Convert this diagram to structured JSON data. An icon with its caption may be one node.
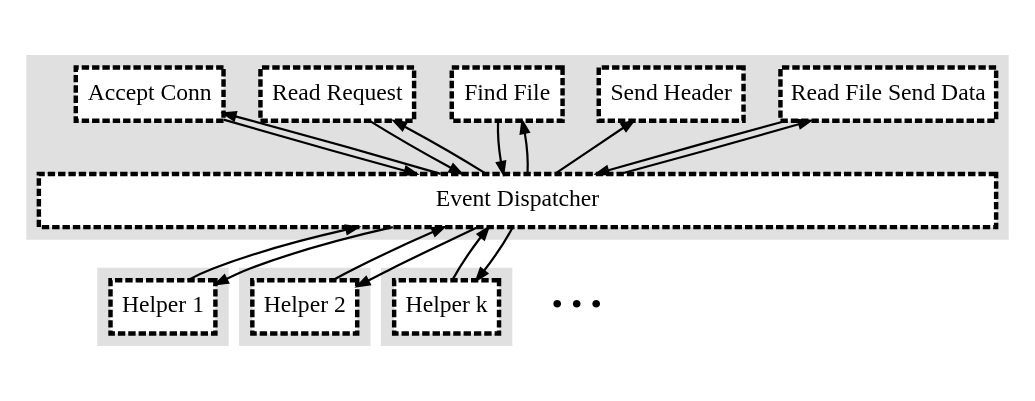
{
  "diagram": {
    "nodes": [
      {
        "text": [],
        "shape": "box"
      },
      {
        "text": [
          "Accept Conn"
        ],
        "in": 0
      },
      {
        "text": [
          "Read Request"
        ],
        "in": 0
      },
      {
        "text": [
          "Find File"
        ],
        "in": 0
      },
      {
        "text": [
          "Send Header"
        ],
        "in": 0
      },
      {
        "text": [
          "Read File Send Data"
        ],
        "in": 0
      },
      {
        "text": [
          "Event Dispatcher"
        ],
        "in": 0
      },
      {
        "text": [],
        "shape": "box"
      },
      {
        "text": [
          "Helper 1"
        ],
        "in": 7
      },
      {
        "text": [],
        "shape": "box"
      },
      {
        "text": [
          "Helper 2"
        ],
        "in": 9
      },
      {
        "text": [],
        "shape": "box"
      },
      {
        "text": [
          "Helper k"
        ],
        "in": 11
      }
    ],
    "edges": [
      {
        "from": 6,
        "to": 1,
        "arrow": "to"
      },
      {
        "from": 1,
        "to": 6,
        "arrow": "to"
      },
      {
        "from": 6,
        "to": 2,
        "arrow": "to"
      },
      {
        "from": 2,
        "to": 6,
        "arrow": "to"
      },
      {
        "from": 6,
        "to": 3,
        "arrow": "to"
      },
      {
        "from": 3,
        "to": 6,
        "arrow": "to"
      },
      {
        "from": 6,
        "to": 4,
        "arrow": "to"
      },
      {
        "from": 6,
        "to": 5,
        "arrow": "to"
      },
      {
        "from": 5,
        "to": 6,
        "arrow": "to"
      },
      {
        "from": 6,
        "to": 8,
        "arrow": "to"
      },
      {
        "from": 8,
        "to": 6,
        "arrow": "to"
      },
      {
        "from": 6,
        "to": 10,
        "arrow": "to"
      },
      {
        "from": 10,
        "to": 6,
        "arrow": "to"
      },
      {
        "from": 6,
        "to": 12,
        "arrow": "to"
      },
      {
        "from": 12,
        "to": 6,
        "arrow": "to"
      }
    ],
    "labels": [
      "• • •"
    ]
  }
}
